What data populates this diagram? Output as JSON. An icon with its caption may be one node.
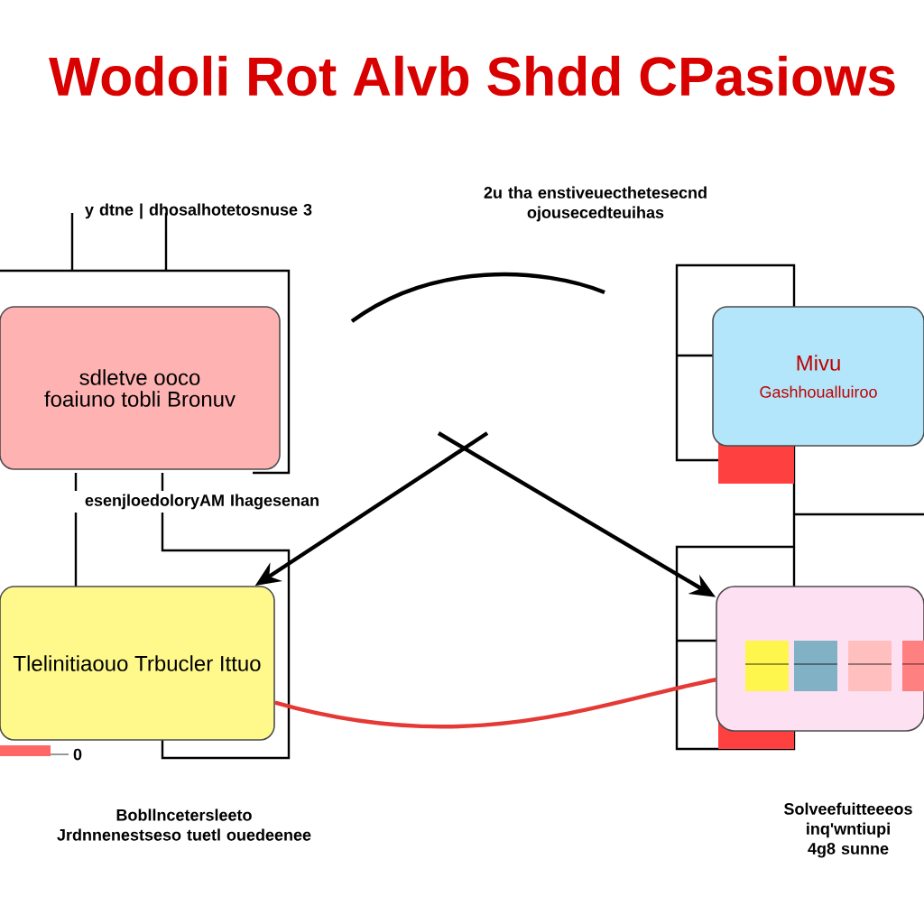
{
  "diagram": {
    "title": "Wodoli Rot Alvb Shdd CPasiows",
    "nodes": [
      {
        "text": [
          "sdletve ooco foaiuno tobli Bronuv"
        ]
      },
      {
        "text": [
          "Mivu",
          "Gashhoualluiroo"
        ]
      },
      {
        "text": [
          "Tlelinitiaouo Trbucler Ittuo"
        ]
      },
      {
        "text": [],
        "shape": "box"
      }
    ],
    "edges": [
      {
        "from": null,
        "to": 2,
        "arrow": "to"
      },
      {
        "from": null,
        "to": 3,
        "arrow": "to"
      },
      {
        "from": 2,
        "to": 3,
        "arrow": "none",
        "color": "#e53935"
      }
    ],
    "labels": [
      "2u tha enstiveuecthetesecnd ojousecedteuihas",
      "y dtne | dhosalhotetosnuse 3",
      "esenjloedoloryAM Ihagesenan",
      "0",
      "Bobllncetersleeto Jrdnnenestseso tuetl ouedeenee",
      "Solveefuitteeeos inq'wntiupi 4g8 sunne"
    ]
  }
}
